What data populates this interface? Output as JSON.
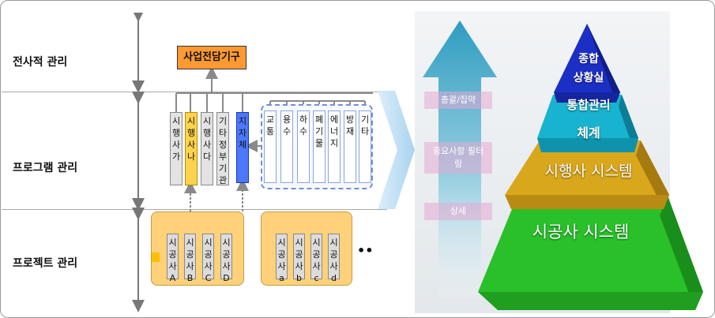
{
  "rows": {
    "enterprise": "전사적 관리",
    "program": "프로그램 관리",
    "project": "프로젝트 관리"
  },
  "top_box": "사업전담기구",
  "operators": [
    {
      "label": "시행사가",
      "color": "gray"
    },
    {
      "label": "시행사나",
      "color": "yellow"
    },
    {
      "label": "시행사다",
      "color": "gray"
    },
    {
      "label": "기타정부기관",
      "color": "gray"
    },
    {
      "label": "지자체",
      "color": "blue"
    }
  ],
  "sectors": [
    "교통",
    "용수",
    "하수",
    "폐기물",
    "에너지",
    "방재",
    "기타"
  ],
  "contractors_group1": [
    "시공사A",
    "시공사B",
    "시공사C",
    "시공사D"
  ],
  "contractors_group2": [
    "시공사a",
    "시공사b",
    "시공사c",
    "시공사d"
  ],
  "ellipsis": "••",
  "levels": [
    "총괄/집약",
    "중요사항 필터링",
    "상세"
  ],
  "pyramid": {
    "top_line1": "종합",
    "top_line2": "상황실",
    "second_line1": "통합관리",
    "second_line2": "체계",
    "third": "시행사 시스템",
    "base": "시공사 시스템"
  },
  "colors": {
    "orange": "#ff9a33",
    "yellow": "#ffd34d",
    "blue": "#4b78ff",
    "pyramid_top": "#1f34c7",
    "pyramid_second": "#1ab4cf",
    "pyramid_third": "#d4a31c",
    "pyramid_base": "#2bc62b"
  }
}
